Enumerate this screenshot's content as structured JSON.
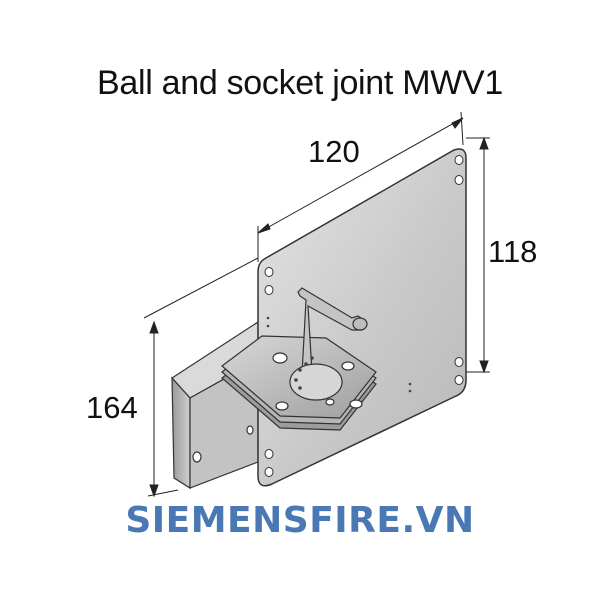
{
  "title": "Ball and socket joint MWV1",
  "dimensions": {
    "width": "120",
    "height": "118",
    "depth": "164"
  },
  "watermark": "SIEMENSFIRE.VN",
  "colors": {
    "plate_fill": "#cfcfcf",
    "plate_stroke": "#333333",
    "watermark": "#4a78b5"
  }
}
